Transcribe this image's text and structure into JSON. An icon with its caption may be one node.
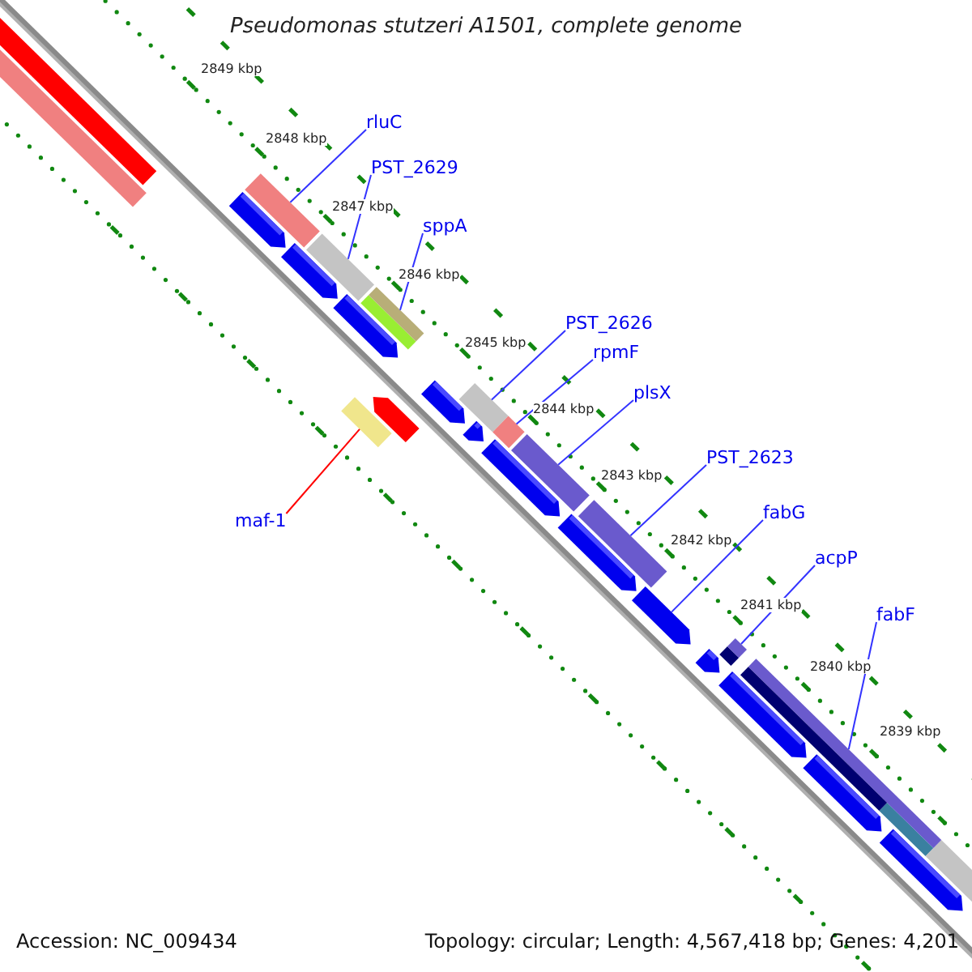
{
  "diagram": {
    "title": "Pseudomonas stutzeri A1501, complete genome",
    "nodes": [
      {
        "text": [
          "rluC"
        ]
      },
      {
        "text": [],
        "shape": "bar"
      },
      {
        "text": [
          "PST_2629"
        ]
      },
      {
        "text": [],
        "shape": "bar"
      },
      {
        "text": [
          "sppA"
        ]
      },
      {
        "text": [],
        "shape": "bar"
      },
      {
        "text": [
          "PST_2626"
        ]
      },
      {
        "text": [],
        "shape": "bar"
      },
      {
        "text": [
          "rpmF"
        ]
      },
      {
        "text": [],
        "shape": "bar"
      },
      {
        "text": [
          "plsX"
        ]
      },
      {
        "text": [],
        "shape": "bar"
      },
      {
        "text": [
          "PST_2623"
        ]
      },
      {
        "text": [],
        "shape": "bar"
      },
      {
        "text": [
          "fabG"
        ]
      },
      {
        "text": [],
        "shape": "arrow"
      },
      {
        "text": [
          "acpP"
        ]
      },
      {
        "text": [],
        "shape": "bar"
      },
      {
        "text": [
          "fabF"
        ]
      },
      {
        "text": [],
        "shape": "bar"
      },
      {
        "text": [
          "maf-1"
        ]
      },
      {
        "text": [],
        "shape": "bar"
      },
      {
        "text": [],
        "shape": "bar"
      },
      {
        "text": [],
        "shape": "bar"
      }
    ],
    "edges": [
      {
        "from": 0,
        "to": 1,
        "arrow": "none"
      },
      {
        "from": 2,
        "to": 3,
        "arrow": "none"
      },
      {
        "from": 4,
        "to": 5,
        "arrow": "none"
      },
      {
        "from": 6,
        "to": 7,
        "arrow": "none"
      },
      {
        "from": 8,
        "to": 9,
        "arrow": "none"
      },
      {
        "from": 10,
        "to": 11,
        "arrow": "none"
      },
      {
        "from": 12,
        "to": 13,
        "arrow": "none"
      },
      {
        "from": 14,
        "to": 15,
        "arrow": "none"
      },
      {
        "from": 16,
        "to": 17,
        "arrow": "none"
      },
      {
        "from": 18,
        "to": 19,
        "arrow": "none"
      },
      {
        "from": 20,
        "to": 21,
        "arrow": "none",
        "color": "#ff0000"
      }
    ],
    "labels": [
      "2849 kbp",
      "2848 kbp",
      "2847 kbp",
      "2846 kbp",
      "2845 kbp",
      "2844 kbp",
      "2843 kbp",
      "2842 kbp",
      "2841 kbp",
      "2840 kbp",
      "2839 kbp",
      "Accession: NC_009434",
      "Topology: circular; Length: 4,567,418 bp; Genes: 4,201"
    ]
  }
}
